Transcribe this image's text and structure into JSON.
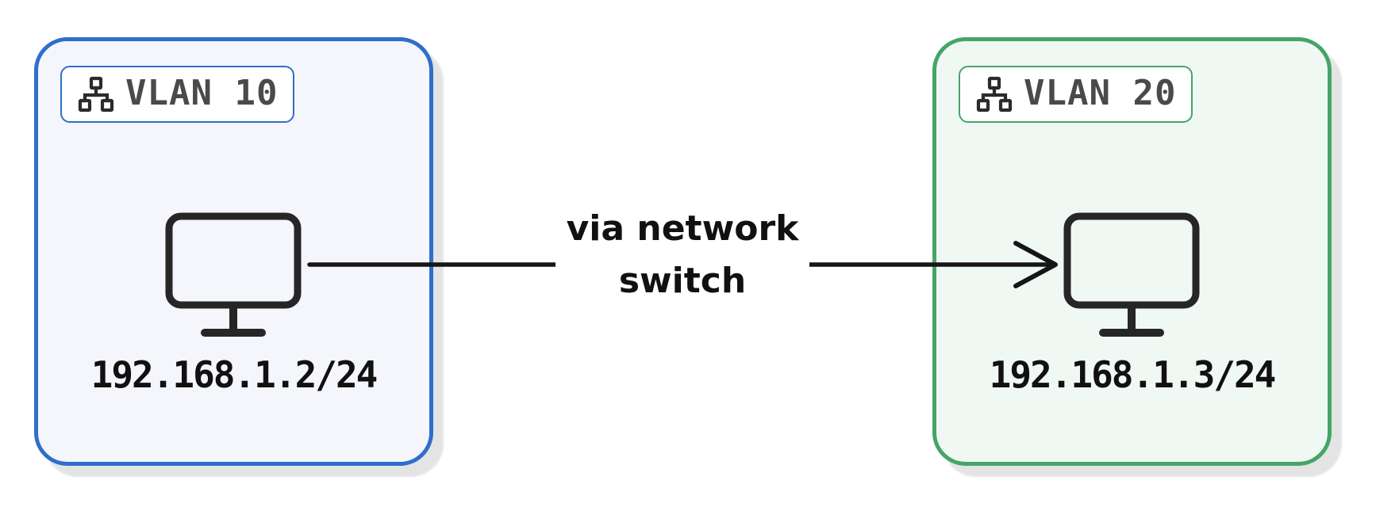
{
  "groups": [
    {
      "label": "VLAN 10",
      "badge_icon": "network-sitemap-icon",
      "node_icon": "monitor-icon",
      "node_ip": "192.168.1.2/24",
      "accent_color": "#2f6ecb",
      "fill_color": "#f4f6fb"
    },
    {
      "label": "VLAN 20",
      "badge_icon": "network-sitemap-icon",
      "node_icon": "monitor-icon",
      "node_ip": "192.168.1.3/24",
      "accent_color": "#45a567",
      "fill_color": "#f0f8f4"
    }
  ],
  "edge": {
    "direction": "left-to-right",
    "arrowhead": "open-chevron",
    "label_lines": [
      "via network",
      "switch"
    ],
    "stroke_color": "#161616"
  },
  "colors": {
    "badge_background": "#ffffff",
    "badge_text": "#4a4a4a",
    "icon_stroke": "#2b2b2b",
    "monitor_stroke": "#262626",
    "body_text": "#111111",
    "shadow": "#e3e3e3",
    "page_background": "#ffffff"
  }
}
